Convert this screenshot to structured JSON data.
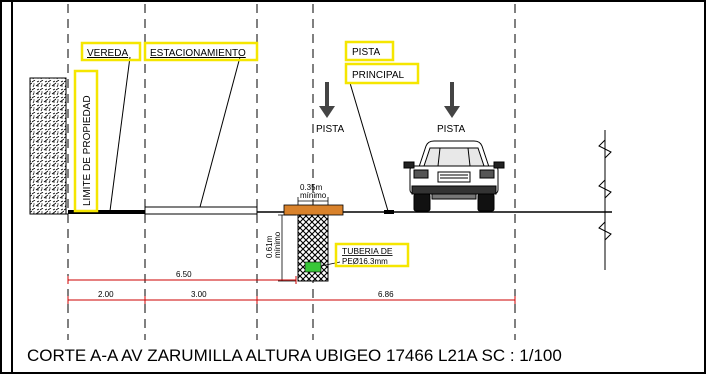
{
  "labels": {
    "vereda": "VEREDA",
    "estacionamiento": "ESTACIONAMIENTO",
    "pista": "PISTA",
    "principal": "PRINCIPAL",
    "pista_left": "PISTA",
    "pista_right": "PISTA",
    "limite": "LIMITE  DE  PROPIEDAD",
    "tuberia_line1": "TUBERIA  DE",
    "tuberia_line2": "PEØ16.3mm"
  },
  "dimensions": {
    "trench_width": "0.35m",
    "trench_width_sub": "mínimo",
    "trench_depth": "0.61m",
    "trench_depth_sub": "mínimo",
    "total": "6.50",
    "seg1": "2.00",
    "seg2": "3.00",
    "seg3": "6.86"
  },
  "caption": "CORTE A-A AV ZARUMILLA ALTURA UBIGEO 17466 L21A SC : 1/100",
  "colors": {
    "highlight": "#f5e600",
    "dimension": "#cc0000",
    "pipe": "#39c739",
    "trench_sand": "#d9822b"
  }
}
